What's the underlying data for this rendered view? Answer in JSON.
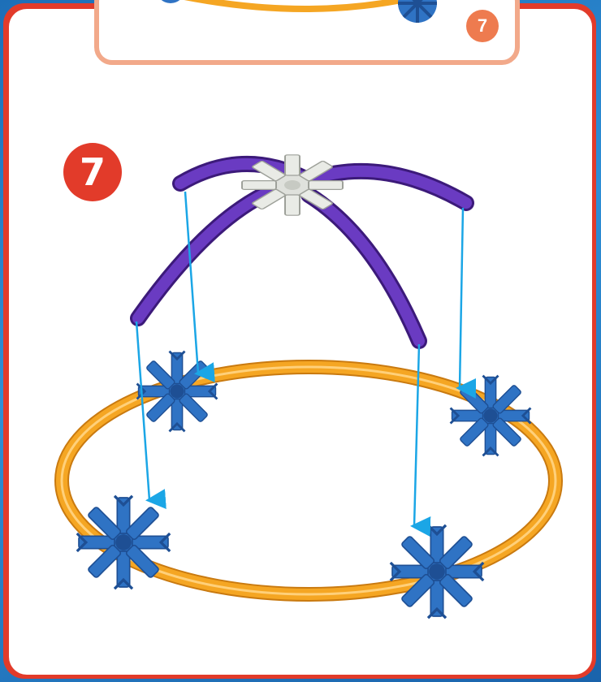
{
  "previous_step": {
    "badge": "7"
  },
  "current_step": {
    "badge": "7"
  },
  "colors": {
    "frame": "#e23b2a",
    "ring": "#f5a623",
    "connector_blue": "#2f73c4",
    "arch_purple": "#5a2ea6",
    "hub_white": "#e9ebe6",
    "arrow": "#1ba6e6"
  },
  "illustration": {
    "parts": [
      "orange-ring",
      "blue-connectors",
      "purple-arches",
      "white-hub",
      "assembly-arrows"
    ]
  }
}
